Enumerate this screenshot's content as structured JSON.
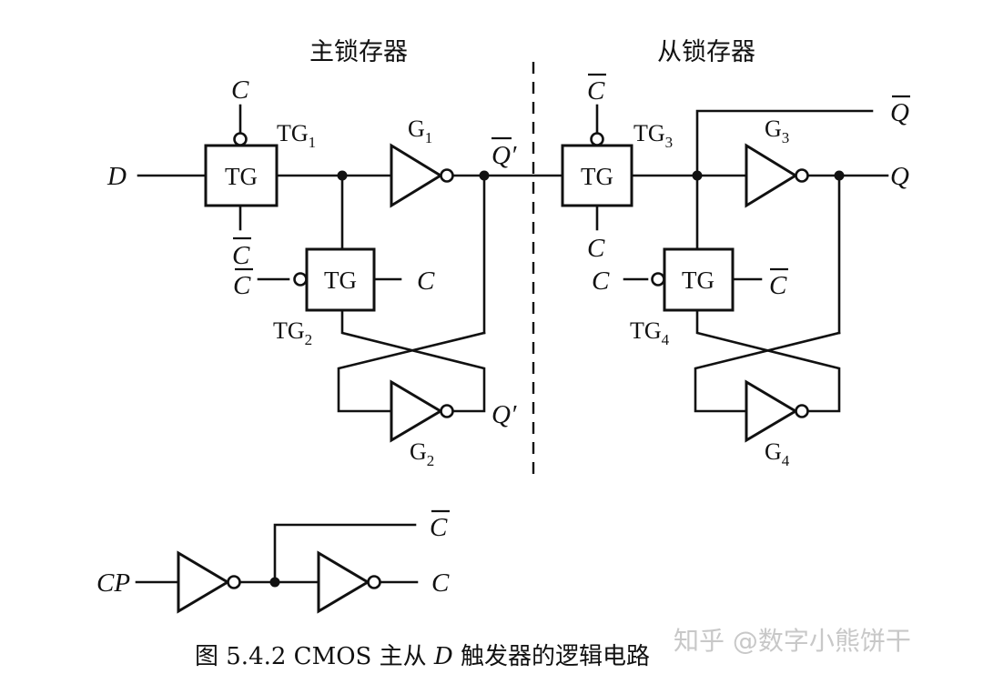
{
  "headings": {
    "master": "主锁存器",
    "slave": "从锁存器"
  },
  "gates": {
    "tg1": {
      "base": "TG",
      "sub": "1"
    },
    "tg2": {
      "base": "TG",
      "sub": "2"
    },
    "tg3": {
      "base": "TG",
      "sub": "3"
    },
    "tg4": {
      "base": "TG",
      "sub": "4"
    },
    "g1": {
      "base": "G",
      "sub": "1"
    },
    "g2": {
      "base": "G",
      "sub": "2"
    },
    "g3": {
      "base": "G",
      "sub": "3"
    },
    "g4": {
      "base": "G",
      "sub": "4"
    }
  },
  "box_label": "TG",
  "signals": {
    "d": "D",
    "c": "C",
    "q": "Q",
    "q_prime": "Q′",
    "cp": "CP"
  },
  "caption": {
    "prefix": "图 5.4.2   CMOS 主从 ",
    "italic": "D",
    "suffix": " 触发器的逻辑电路"
  },
  "watermark": "知乎 @数字小熊饼干",
  "colors": {
    "ink": "#111111",
    "background": "#ffffff",
    "watermark": "#c8c8c8"
  }
}
